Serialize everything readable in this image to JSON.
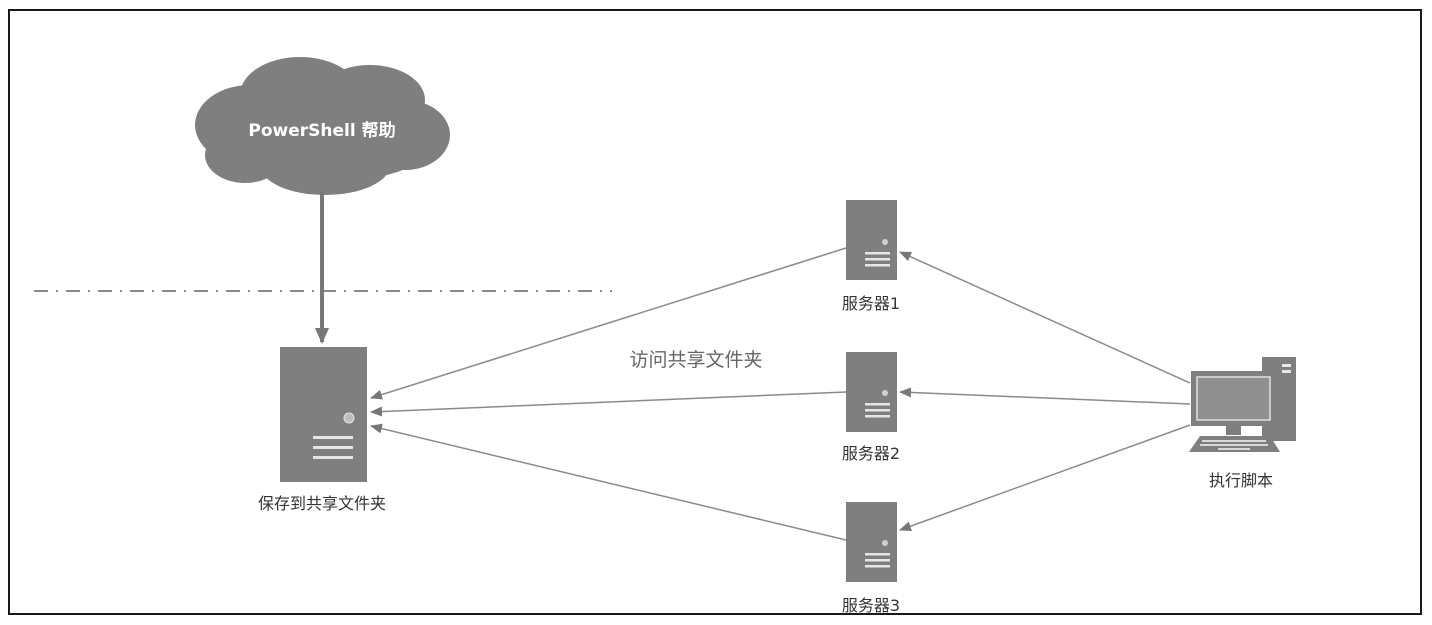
{
  "diagram": {
    "cloud": {
      "label": "PowerShell 帮助",
      "icon": "cloud-icon"
    },
    "share_server": {
      "label": "保存到共享文件夹",
      "icon": "server-tower-icon"
    },
    "servers": [
      {
        "label": "服务器1",
        "icon": "server-tower-icon"
      },
      {
        "label": "服务器2",
        "icon": "server-tower-icon"
      },
      {
        "label": "服务器3",
        "icon": "server-tower-icon"
      }
    ],
    "workstation": {
      "label": "执行脚本",
      "icon": "desktop-computer-icon"
    },
    "edge_label": "访问共享文件夹",
    "colors": {
      "node_fill": "#7f7f7f",
      "edge": "#8a8a8a",
      "frame": "#1a1a1a"
    }
  }
}
